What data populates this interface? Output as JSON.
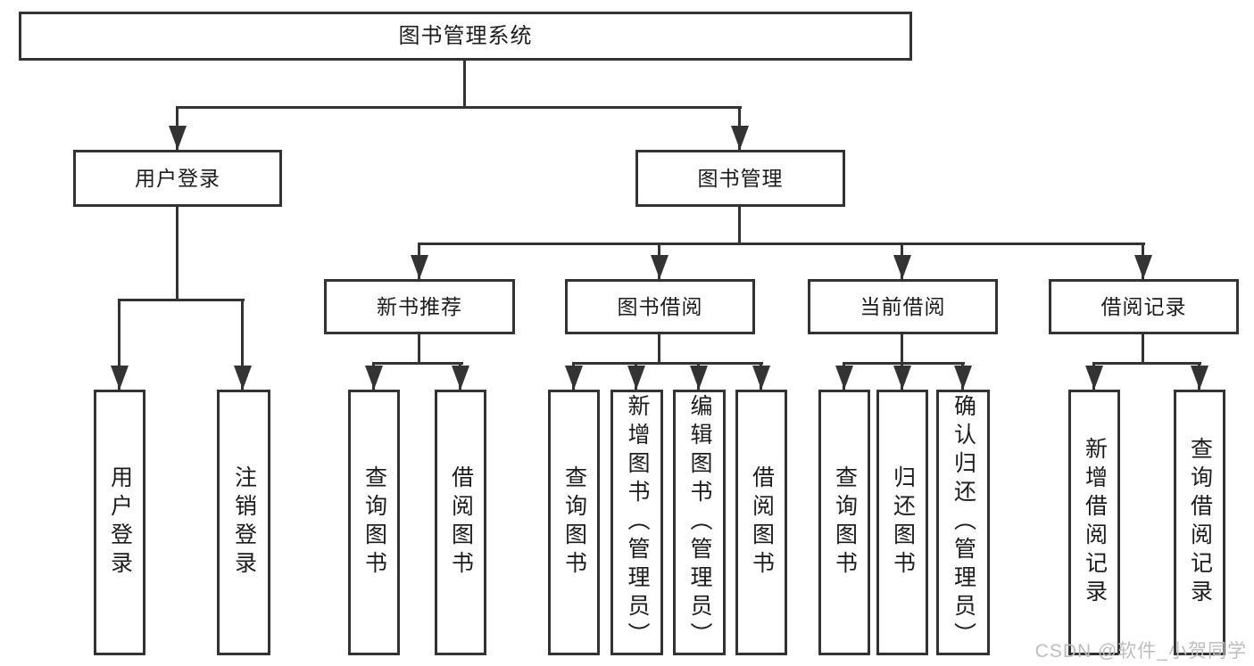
{
  "tree": {
    "label": "图书管理系统",
    "children": [
      {
        "label": "用户登录",
        "children": [
          {
            "label": "用户登录"
          },
          {
            "label": "注销登录"
          }
        ]
      },
      {
        "label": "图书管理",
        "children": [
          {
            "label": "新书推荐",
            "children": [
              {
                "label": "查询图书"
              },
              {
                "label": "借阅图书"
              }
            ]
          },
          {
            "label": "图书借阅",
            "children": [
              {
                "label": "查询图书"
              },
              {
                "label": "新增图书（管理员）"
              },
              {
                "label": "编辑图书（管理员）"
              },
              {
                "label": "借阅图书"
              }
            ]
          },
          {
            "label": "当前借阅",
            "children": [
              {
                "label": "查询图书"
              },
              {
                "label": "归还图书"
              },
              {
                "label": "确认归还（管理员）"
              }
            ]
          },
          {
            "label": "借阅记录",
            "children": [
              {
                "label": "新增借阅记录"
              },
              {
                "label": "查询借阅记录"
              }
            ]
          }
        ]
      }
    ]
  },
  "watermark": "CSDN @软件_小贺同学",
  "colors": {
    "line": "#333333",
    "text": "#1c1c1c",
    "watermark": "#bdbdbd",
    "background": "#ffffff"
  }
}
